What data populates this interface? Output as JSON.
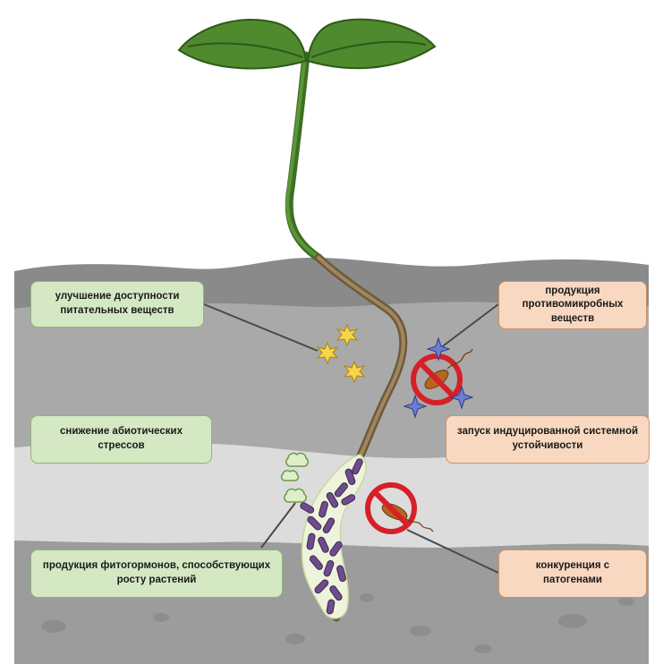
{
  "labels": {
    "nutrients": "улучшение доступности питательных веществ",
    "abiotic": "снижение абиотических стрессов",
    "phytohormones": "продукция фитогормонов, способствующих росту растений",
    "antimicrobial": "продукция противомикробных веществ",
    "isr": "запуск индуцированной системной устойчивости",
    "competition": "конкуренция с патогенами"
  },
  "colors": {
    "left_box_fill": "#d5e8c4",
    "right_box_fill": "#f8d8c0",
    "soil_dark": "#8a8a8a",
    "soil_mid": "#a9a9a9",
    "soil_light": "#dcdcdc",
    "leaf": "#4f8a2e",
    "root": "#8b7250",
    "bacteria": "#6e4c8c",
    "prohibit": "#d62027"
  },
  "icons": [
    "leaf-icon",
    "star-icon",
    "no-pathogen-icon",
    "bacteria-icon",
    "hormone-cloud-icon"
  ]
}
